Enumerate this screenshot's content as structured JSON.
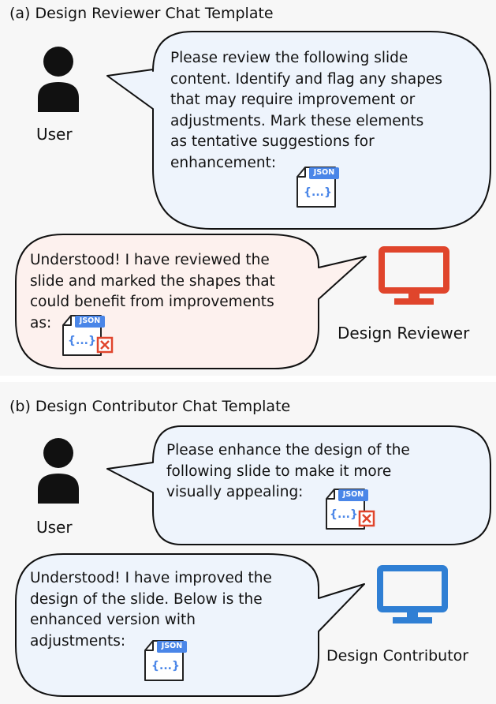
{
  "panel_a": {
    "title": "(a) Design Reviewer Chat Template",
    "user_label": "User",
    "user_message_lines": [
      "Please review the following slide",
      "content. Identify and flag any shapes",
      "that may require improvement or",
      "adjustments. Mark these elements",
      "as tentative suggestions for",
      "enhancement:"
    ],
    "assistant_label": "Design Reviewer",
    "assistant_message_lines": [
      "Understood! I have reviewed the",
      "slide and marked the shapes that",
      "could benefit from improvements",
      "as:"
    ],
    "assistant_color": "#e0452c",
    "assistant_bubble_color": "#fdf1ee"
  },
  "panel_b": {
    "title": "(b) Design Contributor Chat Template",
    "user_label": "User",
    "user_message_lines": [
      "Please enhance the design of the",
      "following slide to make it more",
      "visually appealing:"
    ],
    "assistant_label": "Design Contributor",
    "assistant_message_lines": [
      "Understood! I have improved the",
      "design of the slide. Below is the",
      "enhanced version with",
      "adjustments:"
    ],
    "assistant_color": "#2f7fd4",
    "assistant_bubble_color": "#eef4fc"
  },
  "json_file": {
    "badge": "JSON",
    "content": "{...}",
    "badge_color": "#4a86e8",
    "flag_color": "#e0452c"
  },
  "icons": {
    "user": "user-silhouette-icon",
    "monitor": "monitor-icon",
    "file": "json-file-icon",
    "flag": "flag-x-icon"
  }
}
